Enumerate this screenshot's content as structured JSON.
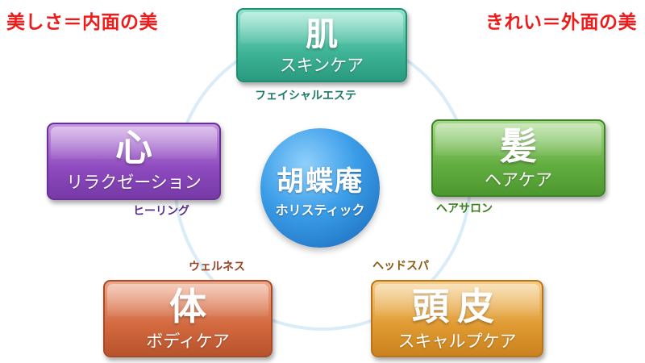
{
  "corners": {
    "left": "美しさ＝内面の美",
    "right": "きれい＝外面の美"
  },
  "center": {
    "brand": "胡蝶庵",
    "subtitle": "ホリスティック"
  },
  "boxes": {
    "skin": {
      "kanji": "肌",
      "label": "スキンケア",
      "tag": "フェイシャルエステ"
    },
    "hair": {
      "kanji": "髪",
      "label": "ヘアケア",
      "tag": "ヘアサロン"
    },
    "scalp": {
      "kanji": "頭皮",
      "label": "スキャルプケア",
      "tag": "ヘッドスパ"
    },
    "body": {
      "kanji": "体",
      "label": "ボディケア",
      "tag": "ウェルネス"
    },
    "mind": {
      "kanji": "心",
      "label": "リラクゼーション",
      "tag": "ヒーリング"
    }
  },
  "colors": {
    "corner_text": "#ef1b1b",
    "skin": "#3fb497",
    "hair": "#62ad3f",
    "scalp": "#e09a31",
    "body": "#d2683e",
    "mind": "#8d49be",
    "center": "#3b9de8",
    "ring": "#d9ecf8"
  }
}
